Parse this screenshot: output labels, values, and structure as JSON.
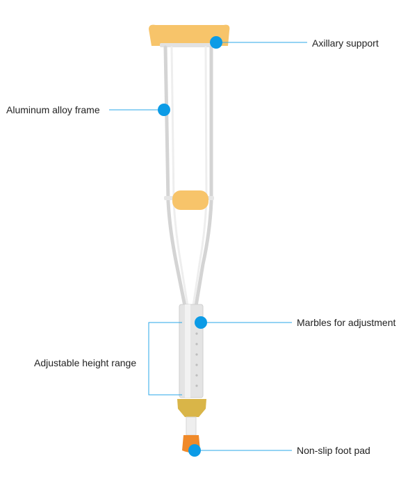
{
  "colors": {
    "callout_dot": "#0c9be6",
    "leader_line": "#2aa7e8",
    "pad_yellow": "#f7c46a",
    "aluminum": "#dcdcdc",
    "collar_gold": "#d9b548",
    "tip_orange": "#f08a2a"
  },
  "callouts": {
    "axillary_support": "Axillary support",
    "aluminum_frame": "Aluminum alloy frame",
    "marbles": "Marbles for adjustment",
    "height_range": "Adjustable height range",
    "foot_pad": "Non-slip foot pad"
  }
}
